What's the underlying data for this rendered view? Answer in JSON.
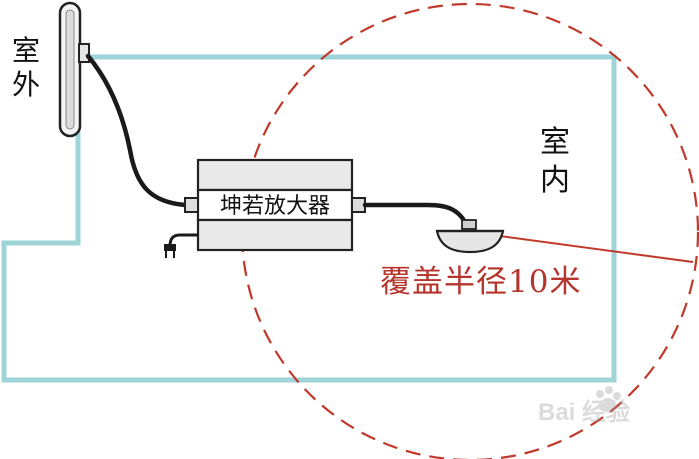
{
  "labels": {
    "outdoor": [
      "室",
      "外"
    ],
    "indoor": [
      "室",
      "内"
    ],
    "amplifier": "坤若放大器",
    "coverage": "覆盖半径10米",
    "watermark": "Bai 经验"
  },
  "colors": {
    "room_outline": "#9ed3d8",
    "coverage_circle": "#c0392b",
    "radius_line": "#c0392b",
    "cable": "#1a1a1a",
    "device_fill": "#e9e9e9",
    "device_stroke": "#222222",
    "coverage_text": "#b5342c",
    "label_text": "#111111"
  }
}
